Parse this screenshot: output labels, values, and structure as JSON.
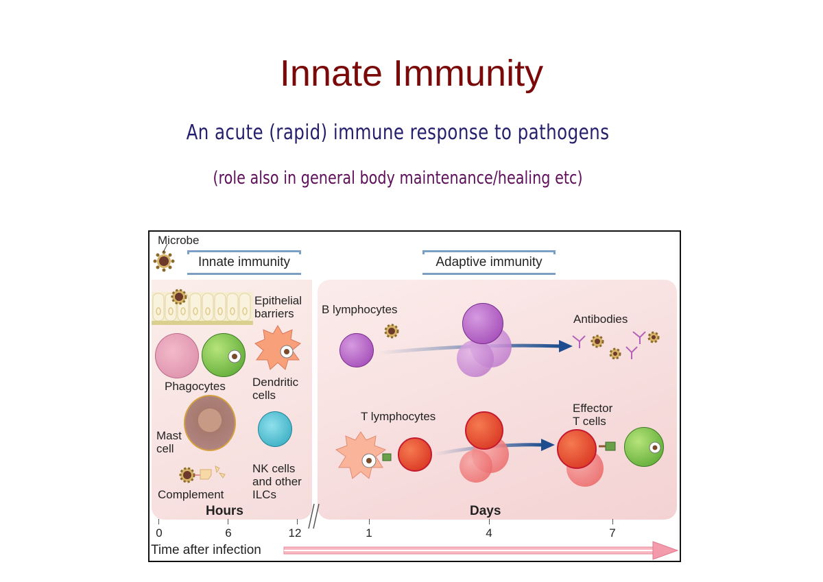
{
  "slide": {
    "title": "Innate Immunity",
    "subtitle": "An acute (rapid) immune response to pathogens",
    "note": "(role also in general body maintenance/healing etc)",
    "colors": {
      "title": "#7a0a0a",
      "subtitle": "#25206d",
      "note": "#5e0f5a"
    }
  },
  "figure": {
    "microbe_label": "Microbe",
    "innate_header": "Innate immunity",
    "adaptive_header": "Adaptive immunity",
    "innate_items": {
      "epithelial": "Epithelial barriers",
      "epithelial_l1": "Epithelial",
      "epithelial_l2": "barriers",
      "phagocytes": "Phagocytes",
      "dendritic_l1": "Dendritic",
      "dendritic_l2": "cells",
      "mast_l1": "Mast",
      "mast_l2": "cell",
      "nk_l1": "NK cells",
      "nk_l2": "and other",
      "nk_l3": "ILCs",
      "complement": "Complement"
    },
    "adaptive_items": {
      "b_lymphocytes": "B lymphocytes",
      "antibodies": "Antibodies",
      "t_lymphocytes": "T lymphocytes",
      "effector_l1": "Effector",
      "effector_l2": "T cells"
    },
    "period_labels": {
      "hours": "Hours",
      "days": "Days"
    },
    "timeline": {
      "label": "Time after infection",
      "ticks": [
        "0",
        "6",
        "12",
        "1",
        "4",
        "7"
      ]
    }
  }
}
